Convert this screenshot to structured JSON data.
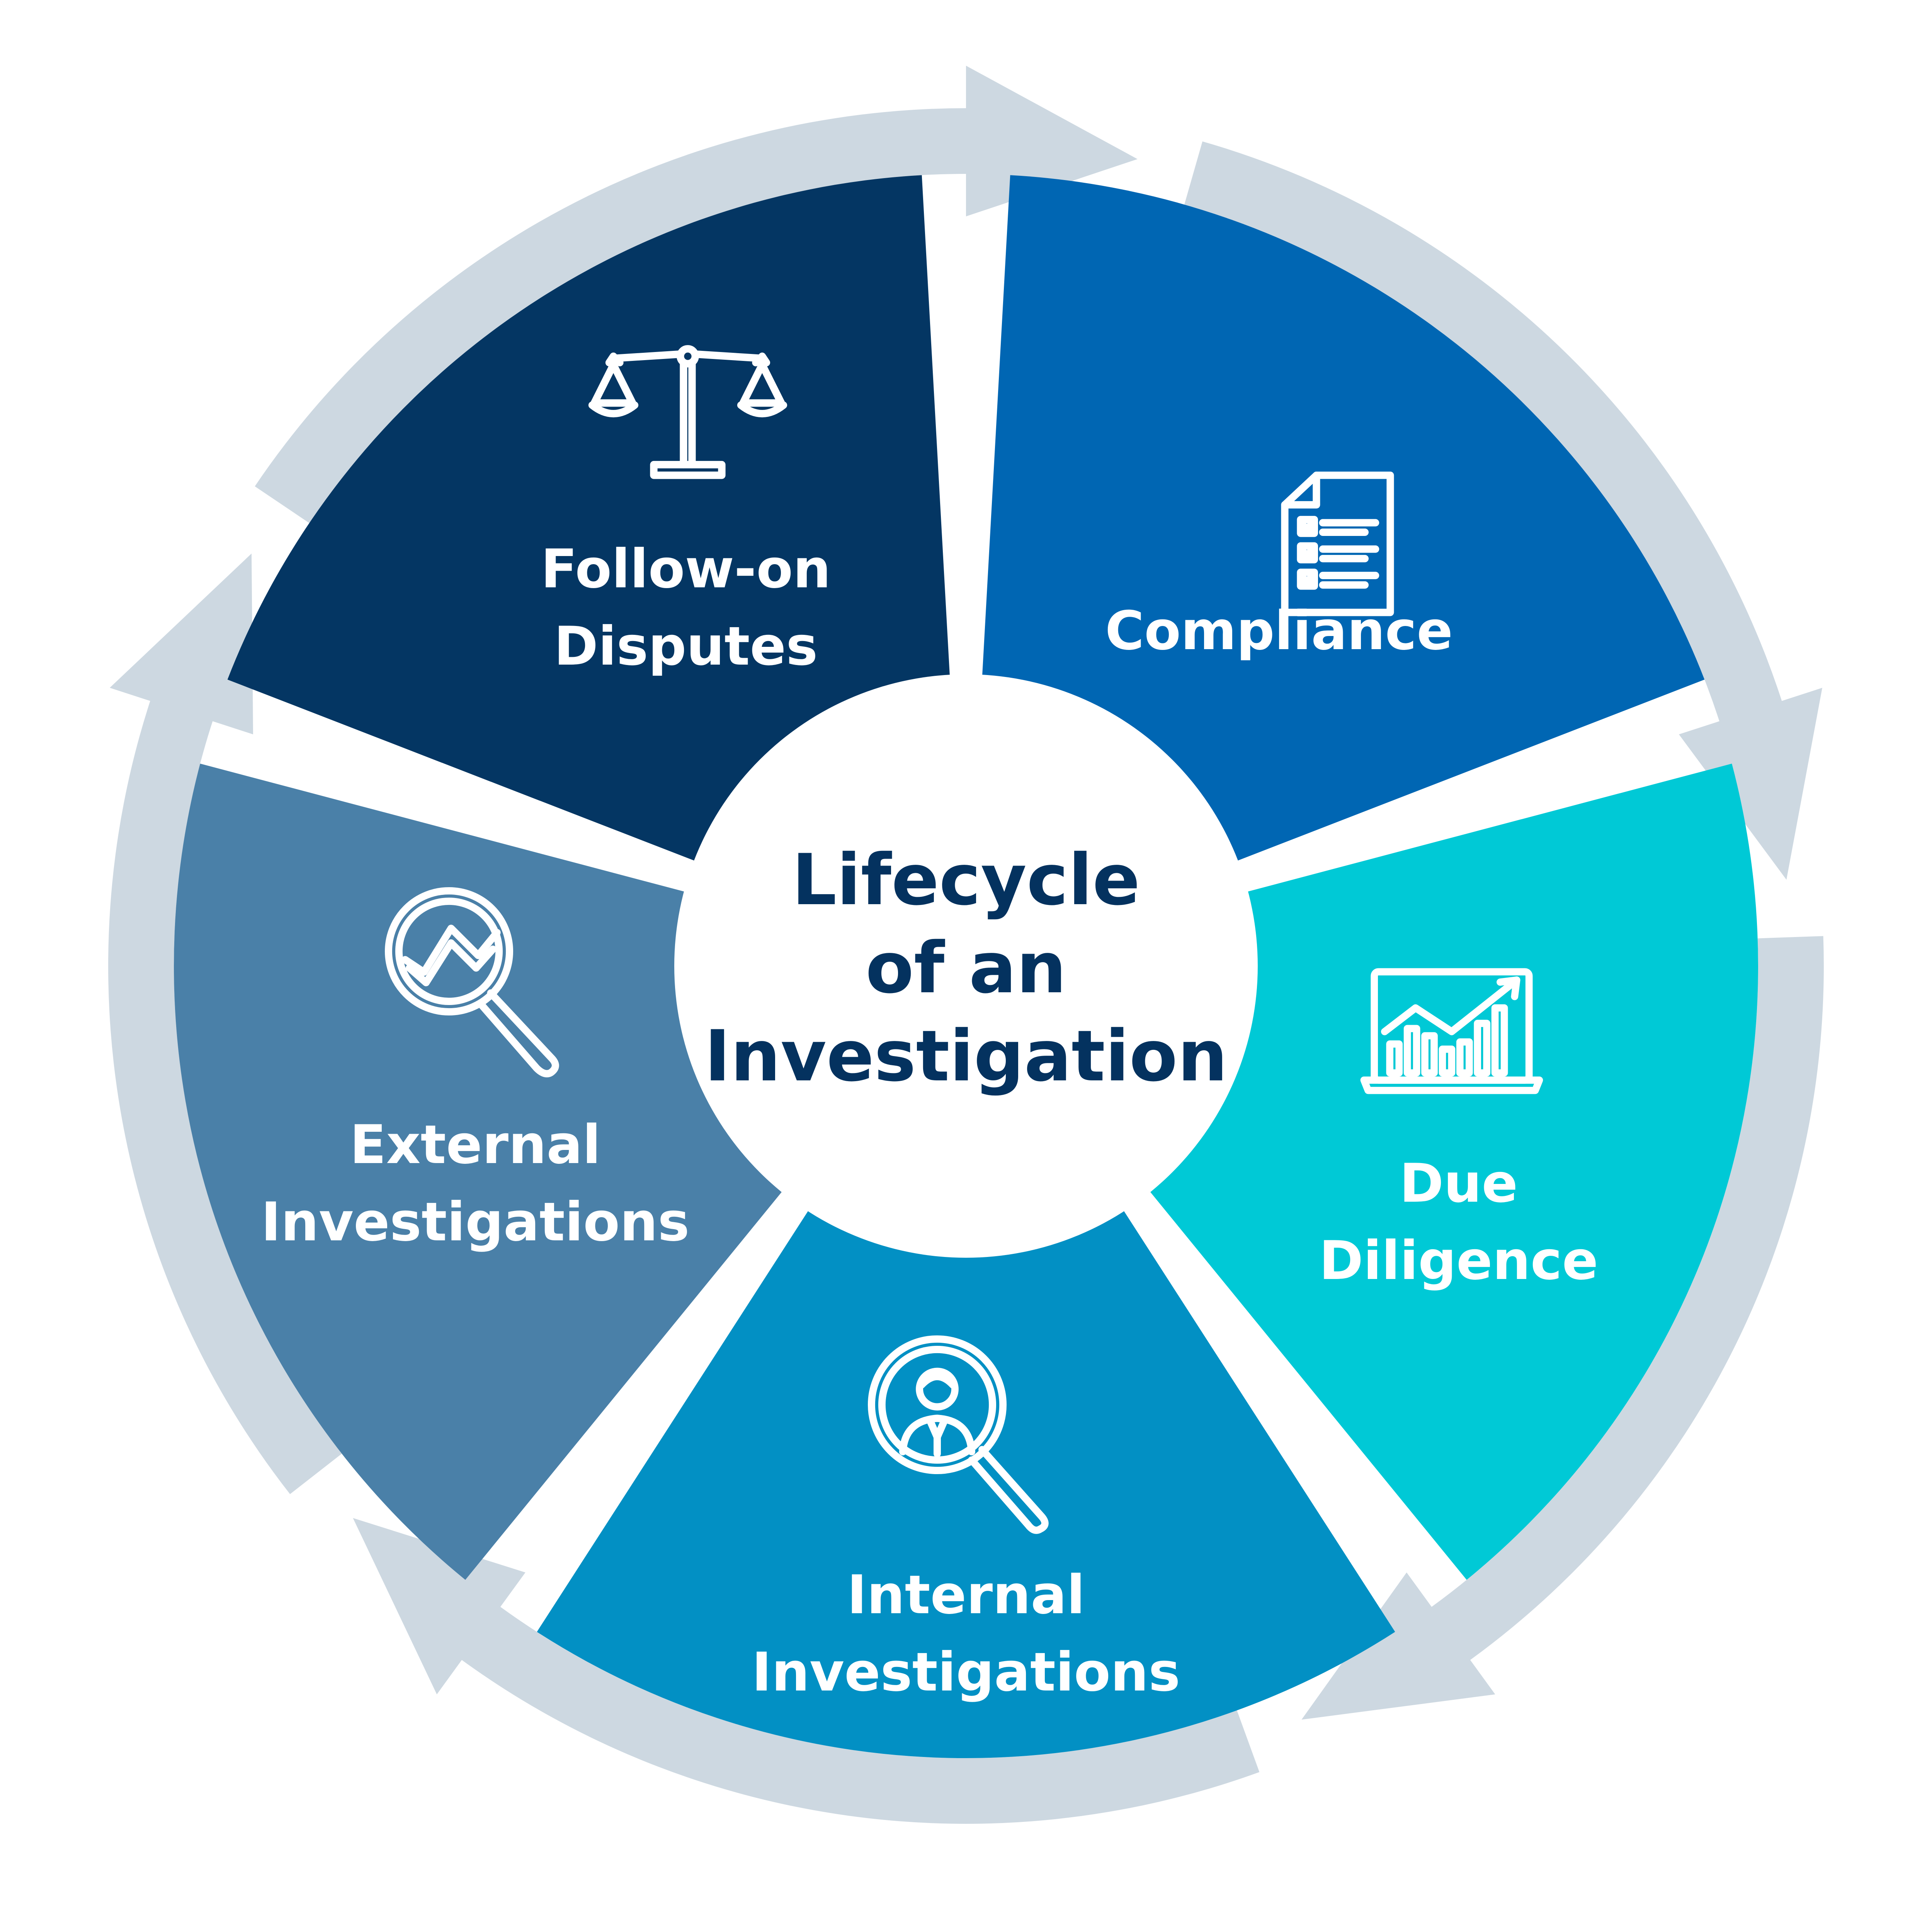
{
  "title": [
    "Lifecycle",
    "of an",
    "Investigation"
  ],
  "colors": {
    "ring_arrow": "#cdd8e1",
    "title_text": "#04325f",
    "center_fill": "#ffffff"
  },
  "segments": [
    {
      "id": "compliance",
      "label": [
        "Compliance"
      ],
      "icon": "checklist-document-icon",
      "color": "#0066b3"
    },
    {
      "id": "due-diligence",
      "label": [
        "Due",
        "Diligence"
      ],
      "icon": "laptop-chart-icon",
      "color": "#00c9d6"
    },
    {
      "id": "internal-investigations",
      "label": [
        "Internal",
        "Investigations"
      ],
      "icon": "magnifier-person-icon",
      "color": "#0290c4"
    },
    {
      "id": "external-investigations",
      "label": [
        "External",
        "Investigations"
      ],
      "icon": "magnifier-chart-icon",
      "color": "#4a80a8"
    },
    {
      "id": "follow-on-disputes",
      "label": [
        "Follow-on",
        "Disputes"
      ],
      "icon": "scales-icon",
      "color": "#043663"
    }
  ]
}
